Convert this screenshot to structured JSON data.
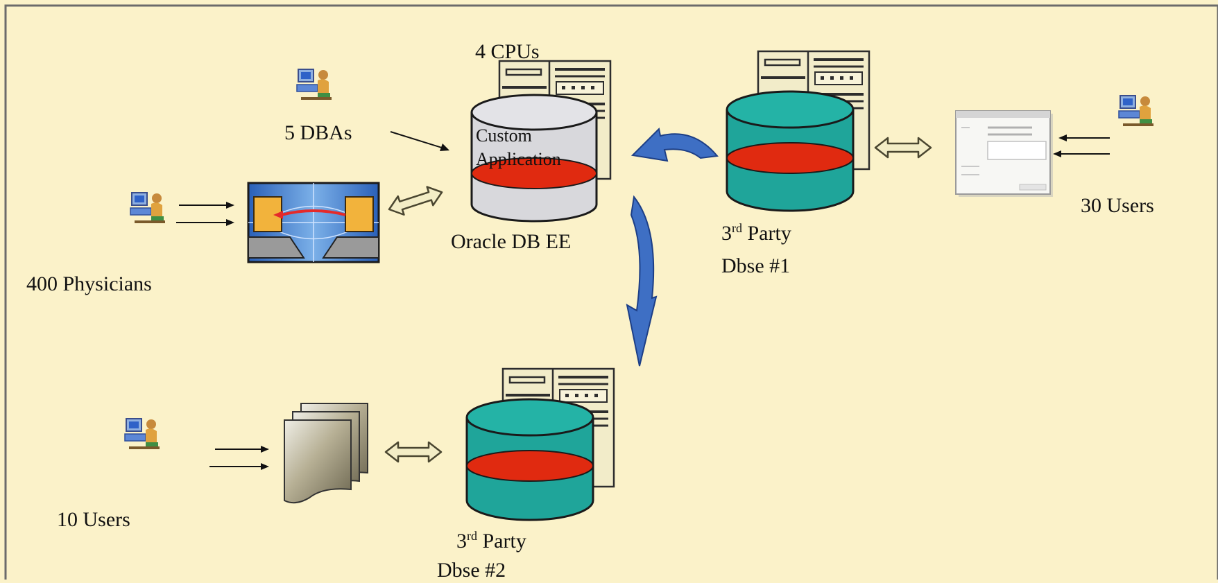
{
  "diagram": {
    "labels": {
      "cpus": "4 CPUs",
      "custom_line1": "Custom",
      "custom_line2": "Application",
      "dbas": "5 DBAs",
      "oracle": "Oracle DB EE",
      "physicians": "400 Physicians",
      "third_party_1_line1_main": "3",
      "third_party_1_line1_sup": "rd",
      "third_party_1_line1_rest": " Party",
      "third_party_1_line2": "Dbse #1",
      "third_party_2_line1_main": "3",
      "third_party_2_line1_sup": "rd",
      "third_party_2_line1_rest": " Party",
      "third_party_2_line2": "Dbse #2",
      "users_30": "30 Users",
      "users_10": "10 Users"
    },
    "colors": {
      "background": "#fbf2c9",
      "border": "#6b6b6b",
      "cylinder_grey": "#d8d8dc",
      "cylinder_teal": "#1fa59a",
      "band_red": "#e02a10",
      "server_beige": "#f2ecc9",
      "flow_arrow_blue": "#3e6fc4",
      "double_arrow_fill": "#f3edc6"
    },
    "icons": [
      "user-at-computer-icon",
      "network-computers-icon",
      "document-stack-icon",
      "form-window-icon",
      "server-tower-icon",
      "database-cylinder-icon"
    ]
  }
}
